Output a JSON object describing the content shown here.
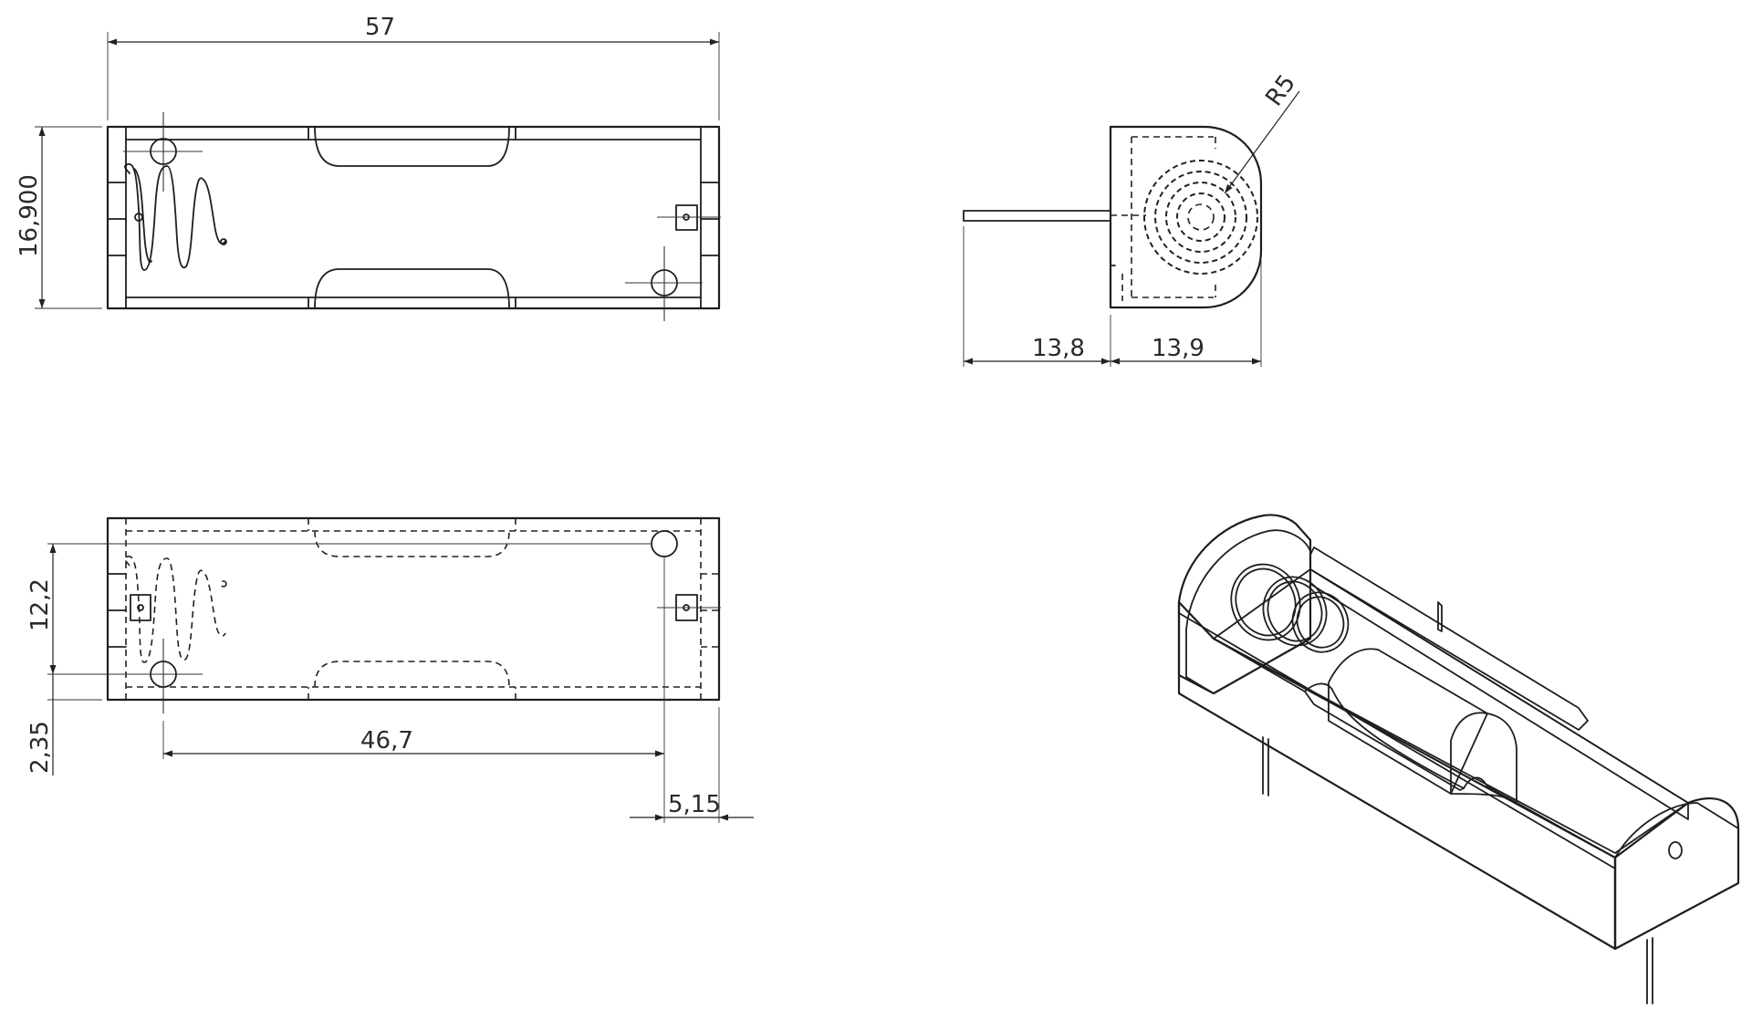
{
  "dimensions": {
    "top_width": "57",
    "top_height": "16,900",
    "side_pin_length": "13,8",
    "side_body_length": "13,9",
    "side_radius": "R5",
    "bottom_hole_spacing_vertical": "12,2",
    "bottom_offset": "2,35",
    "bottom_hole_spacing_horizontal": "46,7",
    "bottom_edge_offset": "5,15"
  },
  "colors": {
    "line": "#1e1e1e",
    "body_gray": "#a9a9a9",
    "body_gray_dark": "#8f8f8f",
    "body_gray_light": "#c8c8c8"
  }
}
